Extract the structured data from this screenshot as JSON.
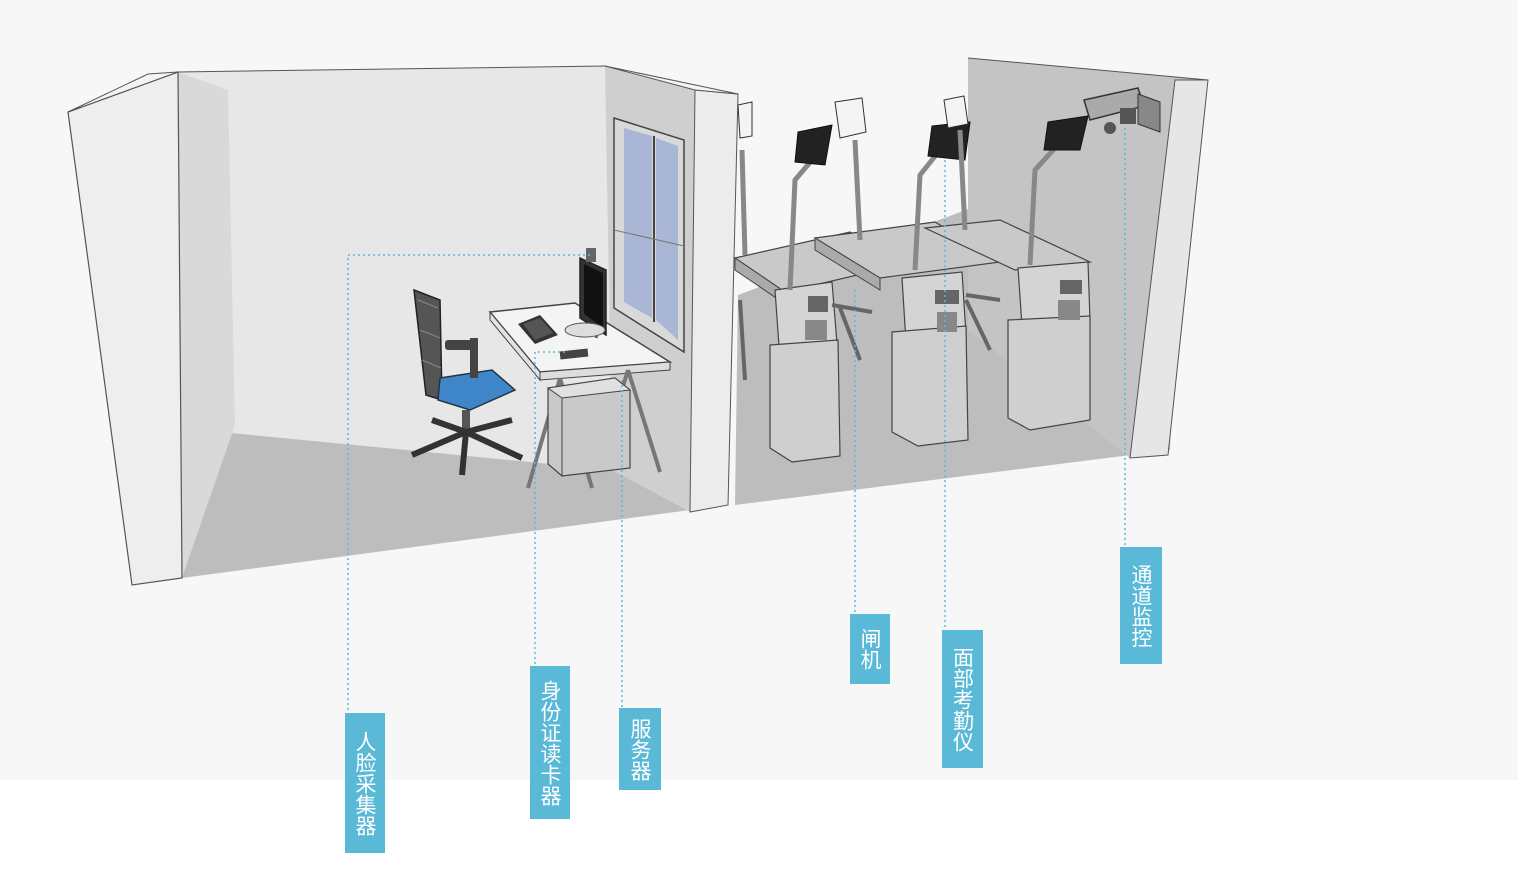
{
  "diagram": {
    "labels": {
      "face_collector": "人脸采集器",
      "id_card_reader": "身份证读卡器",
      "server": "服务器",
      "gate": "闸机",
      "face_attendance": "面部考勤仪",
      "channel_monitor": "通道监控"
    }
  },
  "colors": {
    "label_bg": "#5ab9d6",
    "label_text": "#ffffff",
    "leader_line": "#5ab9d6",
    "chair_seat": "#3f86c9",
    "background": "#f7f7f7"
  }
}
